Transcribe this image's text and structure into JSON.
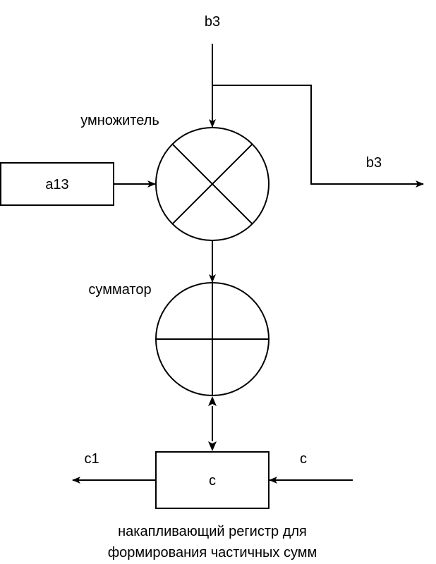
{
  "labels": {
    "b3_top": "b3",
    "b3_right": "b3",
    "multiplier": "умножитель",
    "adder": "сумматор",
    "a13": "a13",
    "c_box": "c",
    "c1": "c1",
    "c_in": "c"
  },
  "caption": {
    "line1": "накапливающий регистр для",
    "line2": "формирования частичных сумм"
  },
  "colors": {
    "stroke": "#000000",
    "fill": "#ffffff"
  }
}
